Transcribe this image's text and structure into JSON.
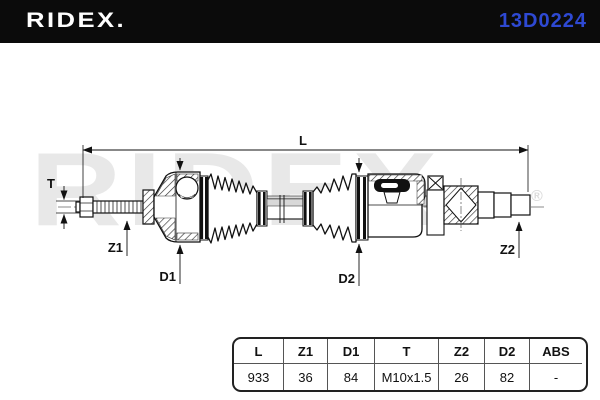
{
  "header": {
    "brand": "RIDEX.",
    "part_number": "13D0224",
    "part_number_color": "#2e49d3",
    "background_color": "#0b0b0b"
  },
  "watermark": {
    "text": "RIDEX",
    "registered_mark": "®",
    "color": "#e8e8e8"
  },
  "drawing": {
    "type": "technical-drawing-drive-shaft",
    "labels": {
      "length": "L",
      "thread": "T",
      "spline_left": "Z1",
      "diameter_left": "D1",
      "diameter_right": "D2",
      "spline_right": "Z2"
    }
  },
  "spec_table": {
    "columns": [
      "L",
      "Z1",
      "D1",
      "T",
      "Z2",
      "D2",
      "ABS"
    ],
    "values": [
      "933",
      "36",
      "84",
      "M10x1.5",
      "26",
      "82",
      "-"
    ]
  }
}
